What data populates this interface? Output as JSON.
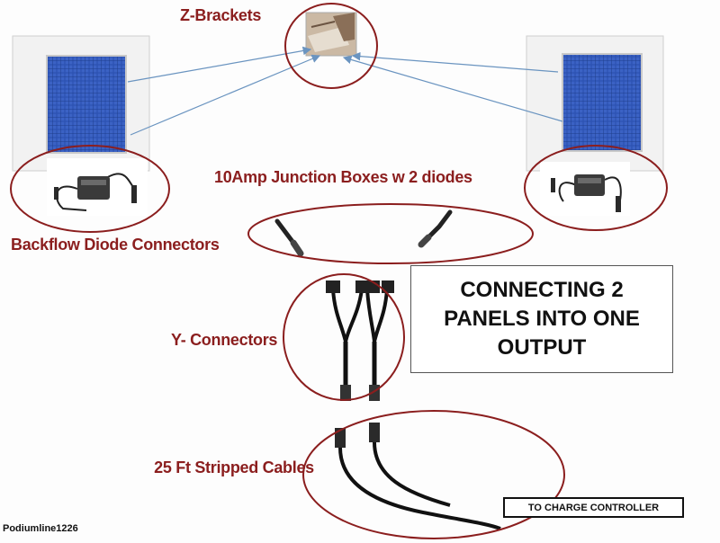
{
  "labels": {
    "z_brackets": "Z-Brackets",
    "junction_boxes": "10Amp Junction Boxes w 2 diodes",
    "backflow_connectors": "Backflow Diode Connectors",
    "y_connectors": "Y- Connectors",
    "stripped_cables": "25 Ft Stripped Cables"
  },
  "title_box": {
    "text": "CONNECTING 2\nPANELS INTO ONE\nOUTPUT"
  },
  "charge_controller_label": "TO CHARGE CONTROLLER",
  "credit": "Podiumline1226",
  "colors": {
    "label": "#8b1e1e",
    "ellipse": "#8b1e1e",
    "panel": "#2a4fae",
    "arrow": "#6a94c0",
    "cable": "#111111"
  },
  "icons": [
    "solar-panel-icon",
    "z-bracket-photo-icon",
    "junction-box-icon",
    "diode-connector-icon",
    "y-connector-icon",
    "stripped-cable-icon"
  ]
}
